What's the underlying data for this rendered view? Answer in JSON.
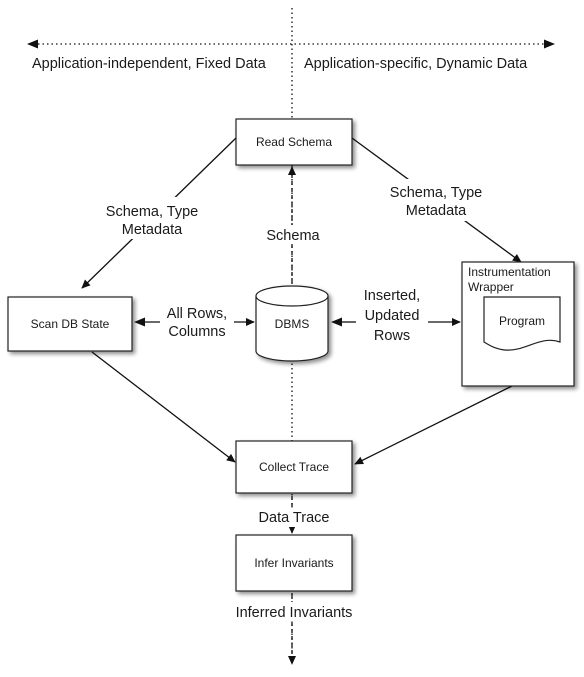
{
  "header": {
    "left_label": "Application-independent, Fixed Data",
    "right_label": "Application-specific, Dynamic Data"
  },
  "nodes": {
    "read_schema": "Read Schema",
    "scan_db_state": "Scan DB State",
    "dbms": "DBMS",
    "instrumentation_wrapper": [
      "Instrumentation",
      "Wrapper"
    ],
    "program": "Program",
    "collect_trace": "Collect Trace",
    "infer_invariants": "Infer Invariants"
  },
  "edge_labels": {
    "schema_type_metadata_left": [
      "Schema, Type",
      "Metadata"
    ],
    "schema_type_metadata_right": [
      "Schema, Type",
      "Metadata"
    ],
    "schema": "Schema",
    "all_rows_columns": [
      "All Rows,",
      "Columns"
    ],
    "inserted_updated_rows": [
      "Inserted,",
      "Updated",
      "Rows"
    ],
    "data_trace": "Data Trace",
    "inferred_invariants": "Inferred Invariants"
  }
}
